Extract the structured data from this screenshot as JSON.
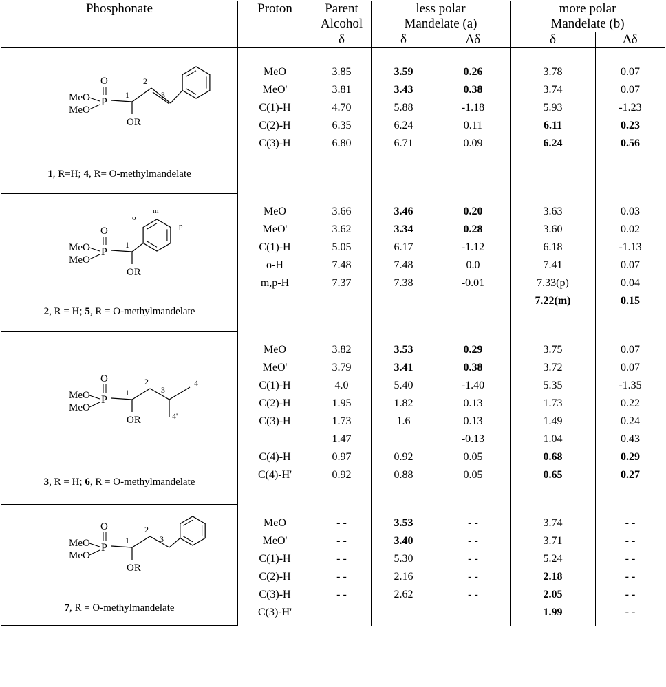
{
  "headers": {
    "phosphonate": "Phosphonate",
    "proton": "Proton",
    "parent_l1": "Parent",
    "parent_l2": "Alcohol",
    "less_l1": "less polar",
    "less_l2": "Mandelate (a)",
    "more_l1": "more polar",
    "more_l2": "Mandelate (b)",
    "delta": "δ",
    "ddelta": "Δδ"
  },
  "structure_labels": {
    "meo": "MeO",
    "p": "P",
    "o": "O",
    "or": "OR"
  },
  "groups": [
    {
      "label_num1": "1",
      "label_mid": ", R=H; ",
      "label_num2": "4",
      "label_end": ", R= O-methylmandelate",
      "atoms": [
        "1",
        "2",
        "3"
      ],
      "rows": [
        {
          "proton": "MeO",
          "parent": "3.85",
          "a_d": "3.59",
          "a_dd": "0.26",
          "b_d": "3.78",
          "b_dd": "0.07",
          "a_bold": true,
          "b_bold": false
        },
        {
          "proton": "MeO'",
          "parent": "3.81",
          "a_d": "3.43",
          "a_dd": "0.38",
          "b_d": "3.74",
          "b_dd": "0.07",
          "a_bold": true,
          "b_bold": false
        },
        {
          "proton": "C(1)-H",
          "parent": "4.70",
          "a_d": "5.88",
          "a_dd": "-1.18",
          "b_d": "5.93",
          "b_dd": "-1.23",
          "a_bold": false,
          "b_bold": false
        },
        {
          "proton": "C(2)-H",
          "parent": "6.35",
          "a_d": "6.24",
          "a_dd": "0.11",
          "b_d": "6.11",
          "b_dd": "0.23",
          "a_bold": false,
          "b_bold": true
        },
        {
          "proton": "C(3)-H",
          "parent": "6.80",
          "a_d": "6.71",
          "a_dd": "0.09",
          "b_d": "6.24",
          "b_dd": "0.56",
          "a_bold": false,
          "b_bold": true
        }
      ]
    },
    {
      "label_num1": "2",
      "label_mid": ", R = H; ",
      "label_num2": "5",
      "label_end": ", R = O-methylmandelate",
      "atoms": [
        "1",
        "o",
        "m",
        "p"
      ],
      "rows": [
        {
          "proton": "MeO",
          "parent": "3.66",
          "a_d": "3.46",
          "a_dd": "0.20",
          "b_d": "3.63",
          "b_dd": "0.03",
          "a_bold": true,
          "b_bold": false
        },
        {
          "proton": "MeO'",
          "parent": "3.62",
          "a_d": "3.34",
          "a_dd": "0.28",
          "b_d": "3.60",
          "b_dd": "0.02",
          "a_bold": true,
          "b_bold": false
        },
        {
          "proton": "C(1)-H",
          "parent": "5.05",
          "a_d": "6.17",
          "a_dd": "-1.12",
          "b_d": "6.18",
          "b_dd": "-1.13",
          "a_bold": false,
          "b_bold": false
        },
        {
          "proton": "o-H",
          "parent": "7.48",
          "a_d": "7.48",
          "a_dd": "0.0",
          "b_d": "7.41",
          "b_dd": "0.07",
          "a_bold": false,
          "b_bold": false
        },
        {
          "proton": "m,p-H",
          "parent": "7.37",
          "a_d": "7.38",
          "a_dd": "-0.01",
          "b_d": "7.33(p)",
          "b_dd": "0.04",
          "a_bold": false,
          "b_bold": false
        },
        {
          "proton": "",
          "parent": "",
          "a_d": "",
          "a_dd": "",
          "b_d": "7.22(m)",
          "b_dd": "0.15",
          "a_bold": false,
          "b_bold": true
        }
      ]
    },
    {
      "label_num1": "3",
      "label_mid": ", R = H; ",
      "label_num2": "6",
      "label_end": ", R = O-methylmandelate",
      "atoms": [
        "1",
        "2",
        "3",
        "4",
        "4'"
      ],
      "rows": [
        {
          "proton": "MeO",
          "parent": "3.82",
          "a_d": "3.53",
          "a_dd": "0.29",
          "b_d": "3.75",
          "b_dd": "0.07",
          "a_bold": true,
          "b_bold": false
        },
        {
          "proton": "MeO'",
          "parent": "3.79",
          "a_d": "3.41",
          "a_dd": "0.38",
          "b_d": "3.72",
          "b_dd": "0.07",
          "a_bold": true,
          "b_bold": false
        },
        {
          "proton": "C(1)-H",
          "parent": "4.0",
          "a_d": "5.40",
          "a_dd": "-1.40",
          "b_d": "5.35",
          "b_dd": "-1.35",
          "a_bold": false,
          "b_bold": false
        },
        {
          "proton": "C(2)-H",
          "parent": "1.95",
          "a_d": "1.82",
          "a_dd": "0.13",
          "b_d": "1.73",
          "b_dd": "0.22",
          "a_bold": false,
          "b_bold": false
        },
        {
          "proton": "C(3)-H",
          "parent": "1.73",
          "a_d": "1.6",
          "a_dd": "0.13",
          "b_d": "1.49",
          "b_dd": "0.24",
          "a_bold": false,
          "b_bold": false
        },
        {
          "proton": "",
          "parent": "1.47",
          "a_d": "",
          "a_dd": "-0.13",
          "b_d": "1.04",
          "b_dd": "0.43",
          "a_bold": false,
          "b_bold": false
        },
        {
          "proton": "C(4)-H",
          "parent": "0.97",
          "a_d": "0.92",
          "a_dd": "0.05",
          "b_d": "0.68",
          "b_dd": "0.29",
          "a_bold": false,
          "b_bold": true
        },
        {
          "proton": "C(4)-H'",
          "parent": "0.92",
          "a_d": "0.88",
          "a_dd": "0.05",
          "b_d": "0.65",
          "b_dd": "0.27",
          "a_bold": false,
          "b_bold": true
        }
      ]
    },
    {
      "label_num1": "7",
      "label_mid": "",
      "label_num2": "",
      "label_end": ", R = O-methylmandelate",
      "atoms": [
        "1",
        "2",
        "3"
      ],
      "rows": [
        {
          "proton": "MeO",
          "parent": "- -",
          "a_d": "3.53",
          "a_dd": "- -",
          "b_d": "3.74",
          "b_dd": "- -",
          "a_bold": true,
          "b_bold": false
        },
        {
          "proton": "MeO'",
          "parent": "- -",
          "a_d": "3.40",
          "a_dd": "- -",
          "b_d": "3.71",
          "b_dd": "- -",
          "a_bold": true,
          "b_bold": false
        },
        {
          "proton": "C(1)-H",
          "parent": "- -",
          "a_d": "5.30",
          "a_dd": "- -",
          "b_d": "5.24",
          "b_dd": "- -",
          "a_bold": false,
          "b_bold": false
        },
        {
          "proton": "C(2)-H",
          "parent": "- -",
          "a_d": "2.16",
          "a_dd": "- -",
          "b_d": "2.18",
          "b_dd": "- -",
          "a_bold": false,
          "b_bold": true
        },
        {
          "proton": "C(3)-H",
          "parent": "- -",
          "a_d": "2.62",
          "a_dd": "- -",
          "b_d": "2.05",
          "b_dd": "- -",
          "a_bold": false,
          "b_bold": true
        },
        {
          "proton": "C(3)-H'",
          "parent": "",
          "a_d": "",
          "a_dd": "",
          "b_d": "1.99",
          "b_dd": "- -",
          "a_bold": false,
          "b_bold": true
        }
      ]
    }
  ]
}
